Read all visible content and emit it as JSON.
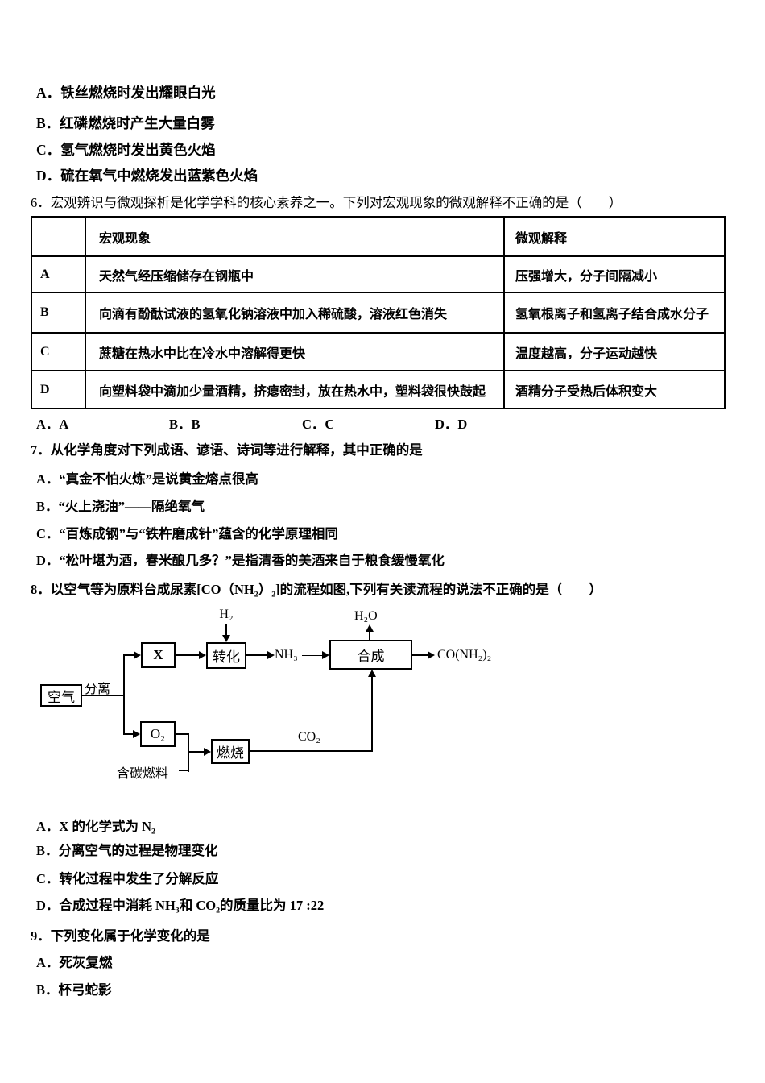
{
  "colors": {
    "ink": "#000000",
    "paper": "#ffffff"
  },
  "q5": {
    "options": [
      "A．铁丝燃烧时发出耀眼白光",
      "B．红磷燃烧时产生大量白雾",
      "C．氢气燃烧时发出黄色火焰",
      "D．硫在氧气中燃烧发出蓝紫色火焰"
    ]
  },
  "q6": {
    "stem": "6．宏观辨识与微观探析是化学学科的核心素养之一。下列对宏观现象的微观解释不正确的是（　　）",
    "table": {
      "col_headers": [
        "宏观现象",
        "微观解释"
      ],
      "rows": [
        {
          "option": "A",
          "phenomenon": "天然气经压缩储存在钢瓶中",
          "explanation": "压强增大，分子间隔减小"
        },
        {
          "option": "B",
          "phenomenon": "向滴有酚酞试液的氢氧化钠溶液中加入稀硫酸，溶液红色消失",
          "explanation": "氢氧根离子和氢离子结合成水分子"
        },
        {
          "option": "C",
          "phenomenon": "蔗糖在热水中比在冷水中溶解得更快",
          "explanation": "温度越高，分子运动越快"
        },
        {
          "option": "D",
          "phenomenon": "向塑料袋中滴加少量酒精，挤瘪密封，放在热水中，塑料袋很快鼓起",
          "explanation": "酒精分子受热后体积变大"
        }
      ]
    },
    "answers": [
      "A．A",
      "B．B",
      "C．C",
      "D．D"
    ]
  },
  "q7": {
    "stem": "7．从化学角度对下列成语、谚语、诗词等进行解释，其中正确的是",
    "options": [
      "A．“真金不怕火炼”是说黄金熔点很高",
      "B．“火上浇油”——隔绝氧气",
      "C．“百炼成钢”与“铁杵磨成针”蕴含的化学原理相同",
      "D．“松叶堪为酒，春米酿几多？”是指清香的美酒来自于粮食缓慢氧化"
    ]
  },
  "q8": {
    "stem": "8．以空气等为原料台成尿素[CO（NH₂）₂]的流程如图,下列有关读流程的说法不正确的是（　　）",
    "diagram": {
      "air": "空气",
      "separate": "分离",
      "x": "X",
      "h2": "H₂",
      "convert": "转化",
      "nh3": "NH₃",
      "h2o": "H₂O",
      "synthesize": "合成",
      "urea": "CO(NH₂)₂",
      "o2": "O₂",
      "burn": "燃烧",
      "co2": "CO₂",
      "fuel": "含碳燃料"
    },
    "options": [
      "A．X 的化学式为 N₂",
      "B．分离空气的过程是物理变化",
      "C．转化过程中发生了分解反应",
      "D．合成过程中消耗 NH₃和 CO₂的质量比为 17 :22"
    ]
  },
  "q9": {
    "stem": "9．下列变化属于化学变化的是",
    "options": [
      "A．死灰复燃",
      "B．杯弓蛇影"
    ]
  }
}
